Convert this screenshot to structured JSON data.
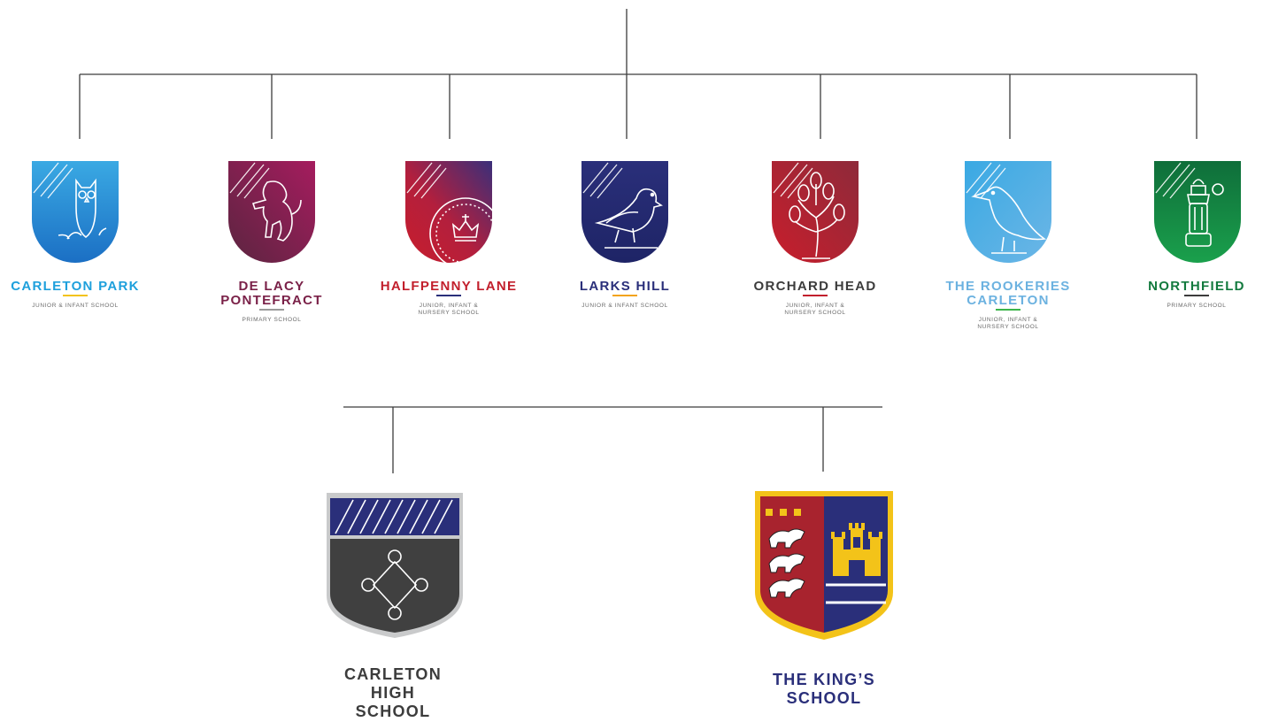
{
  "primary_schools": [
    {
      "name_lines": [
        "CARLETON PARK"
      ],
      "sub_lines": [
        "JUNIOR & INFANT SCHOOL"
      ],
      "name_color": "#1ea0dc",
      "rule_color": "#f3c319",
      "shield_top": "#3aa9e3",
      "shield_bottom": "#1b6fc4",
      "icon": "owl-icon"
    },
    {
      "name_lines": [
        "DE LACY",
        "PONTEFRACT"
      ],
      "sub_lines": [
        "PRIMARY SCHOOL"
      ],
      "name_color": "#7a2148",
      "rule_color": "#9a9a9a",
      "shield_top": "#a51c5e",
      "shield_bottom": "#5b2540",
      "icon": "lion-icon"
    },
    {
      "name_lines": [
        "HALFPENNY LANE"
      ],
      "sub_lines": [
        "JUNIOR, INFANT &",
        "NURSERY SCHOOL"
      ],
      "name_color": "#c21f2c",
      "rule_color": "#2a2f7a",
      "shield_top": "#3a2f7a",
      "shield_bottom": "#c81e2c",
      "icon": "coin-crown-icon"
    },
    {
      "name_lines": [
        "LARKS HILL"
      ],
      "sub_lines": [
        "JUNIOR & INFANT SCHOOL"
      ],
      "name_color": "#2a2f7a",
      "rule_color": "#f3a319",
      "shield_top": "#2a2f7a",
      "shield_bottom": "#1e2466",
      "icon": "bird-icon"
    },
    {
      "name_lines": [
        "ORCHARD HEAD"
      ],
      "sub_lines": [
        "JUNIOR, INFANT &",
        "NURSERY SCHOOL"
      ],
      "name_color": "#3c3c3c",
      "rule_color": "#c21f2c",
      "shield_top": "#8e2a3a",
      "shield_bottom": "#c81e2c",
      "icon": "tree-icon"
    },
    {
      "name_lines": [
        "THE ROOKERIES",
        "CARLETON"
      ],
      "sub_lines": [
        "JUNIOR, INFANT &",
        "NURSERY SCHOOL"
      ],
      "name_color": "#6cb2e0",
      "rule_color": "#3cb54a",
      "shield_top": "#3aa9e3",
      "shield_bottom": "#6cb6e6",
      "icon": "rook-icon"
    },
    {
      "name_lines": [
        "NORTHFIELD"
      ],
      "sub_lines": [
        "PRIMARY SCHOOL"
      ],
      "name_color": "#137a3e",
      "rule_color": "#3c3c3c",
      "shield_top": "#0f6e3a",
      "shield_bottom": "#1aa04c",
      "icon": "lantern-icon"
    }
  ],
  "secondary_schools": [
    {
      "name_lines": [
        "CARLETON",
        "HIGH",
        "SCHOOL"
      ],
      "name_color": "#3c3c3c",
      "icon": "knot-icon"
    },
    {
      "name_lines": [
        "THE KING’S",
        "SCHOOL"
      ],
      "name_color": "#2a2f7a",
      "icon": "lions-castle-icon"
    }
  ],
  "colors": {
    "connector": "#3c3c3c"
  }
}
